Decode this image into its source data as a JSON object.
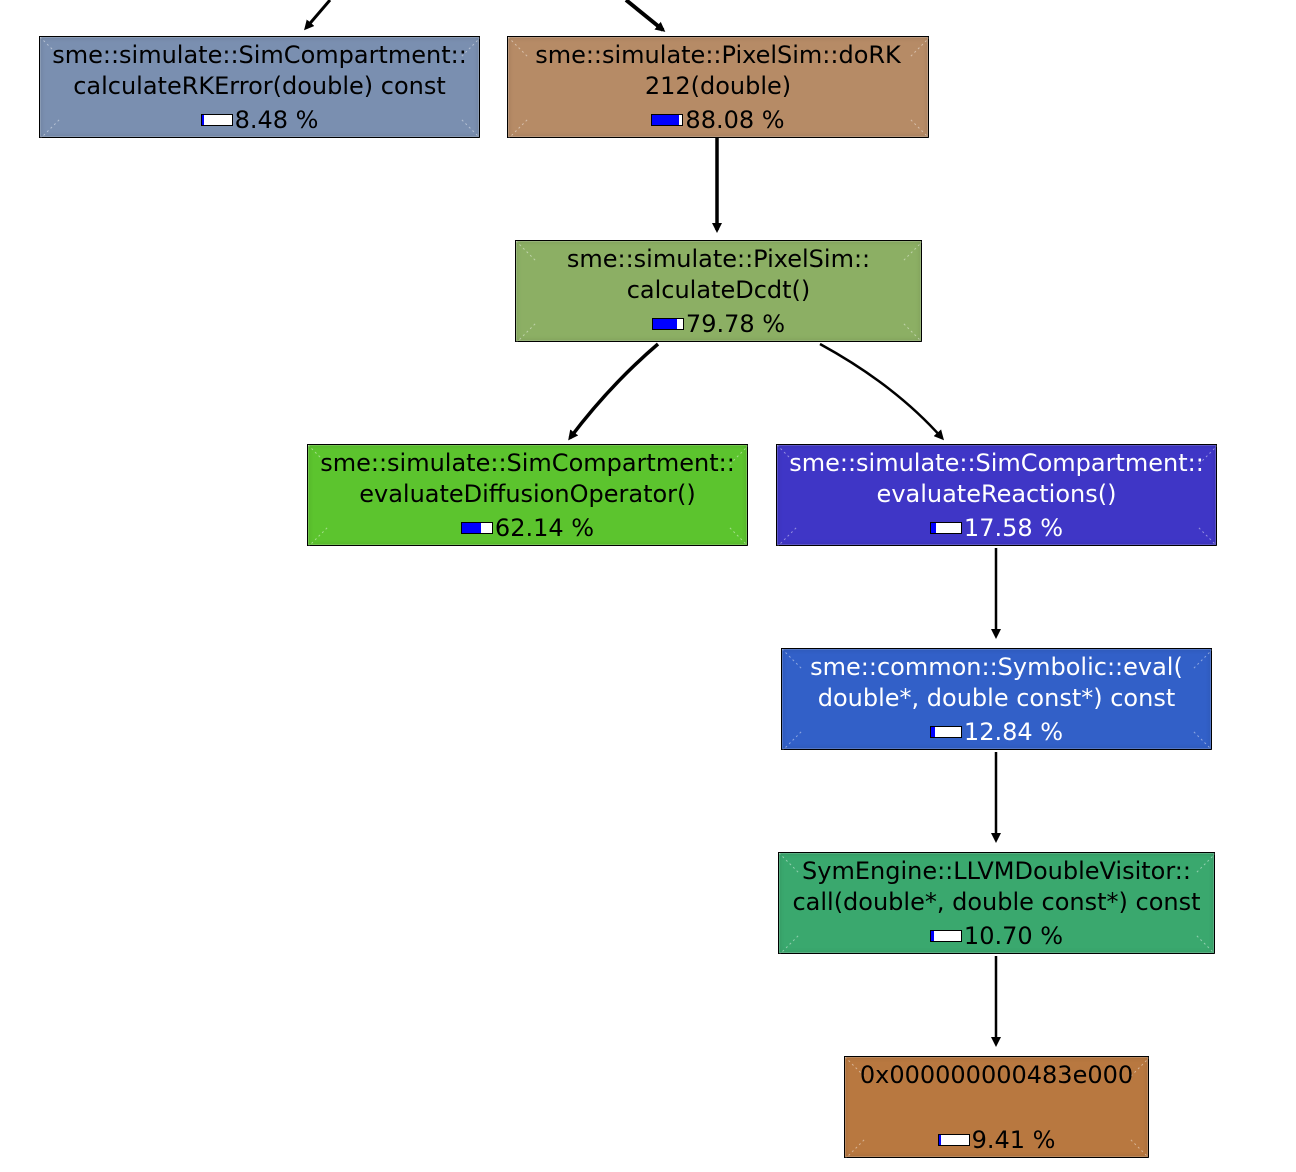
{
  "nodes": [
    {
      "id": "rkerror",
      "line1": "sme::simulate::SimCompartment::",
      "line2": "calculateRKError(double) const",
      "percent_label": "8.48 %",
      "fraction": 0.0848,
      "color": "#7a8fb0",
      "text_color": "#000000"
    },
    {
      "id": "dork",
      "line1": "sme::simulate::PixelSim::doRK",
      "line2": "212(double)",
      "percent_label": "88.08 %",
      "fraction": 0.8808,
      "color": "#b68b66",
      "text_color": "#000000"
    },
    {
      "id": "dcdt",
      "line1": "sme::simulate::PixelSim::",
      "line2": "calculateDcdt()",
      "percent_label": "79.78 %",
      "fraction": 0.7978,
      "color": "#8caf64",
      "text_color": "#000000"
    },
    {
      "id": "diffusion",
      "line1": "sme::simulate::SimCompartment::",
      "line2": "evaluateDiffusionOperator()",
      "percent_label": "62.14 %",
      "fraction": 0.6214,
      "color": "#5cc42e",
      "text_color": "#000000"
    },
    {
      "id": "reactions",
      "line1": "sme::simulate::SimCompartment::",
      "line2": "evaluateReactions()",
      "percent_label": "17.58 %",
      "fraction": 0.1758,
      "color": "#3f36c6",
      "text_color": "#ffffff"
    },
    {
      "id": "symbolic",
      "line1": "sme::common::Symbolic::eval(",
      "line2": "double*, double const*) const",
      "percent_label": "12.84 %",
      "fraction": 0.1284,
      "color": "#3260c8",
      "text_color": "#ffffff"
    },
    {
      "id": "llvm",
      "line1": "SymEngine::LLVMDoubleVisitor::",
      "line2": "call(double*, double const*) const",
      "percent_label": "10.70 %",
      "fraction": 0.107,
      "color": "#3aa86e",
      "text_color": "#000000"
    },
    {
      "id": "addr",
      "line1": "0x000000000483e000",
      "line2": "",
      "percent_label": "9.41 %",
      "fraction": 0.0941,
      "color": "#b87840",
      "text_color": "#000000"
    }
  ],
  "edges": [
    {
      "from": "external",
      "to": "rkerror"
    },
    {
      "from": "external",
      "to": "dork"
    },
    {
      "from": "dork",
      "to": "dcdt"
    },
    {
      "from": "dcdt",
      "to": "diffusion"
    },
    {
      "from": "dcdt",
      "to": "reactions"
    },
    {
      "from": "reactions",
      "to": "symbolic"
    },
    {
      "from": "symbolic",
      "to": "llvm"
    },
    {
      "from": "llvm",
      "to": "addr"
    }
  ]
}
